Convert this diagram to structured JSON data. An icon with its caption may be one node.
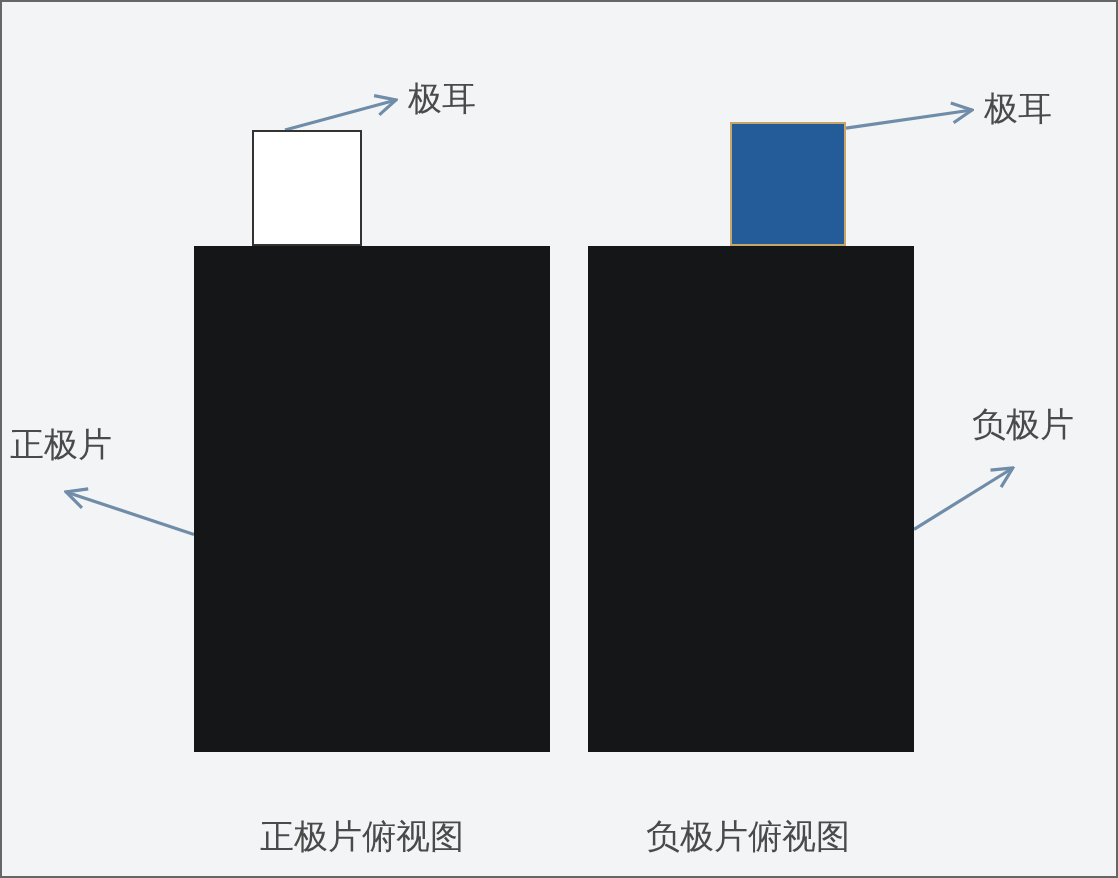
{
  "diagram": {
    "nodes": [
      {
        "text": [
          "极耳"
        ]
      },
      {
        "text": [],
        "shape": "box"
      },
      {
        "text": [],
        "shape": "box"
      },
      {
        "text": [
          "正极片"
        ]
      },
      {
        "text": [
          "极耳"
        ]
      },
      {
        "text": [],
        "shape": "box"
      },
      {
        "text": [],
        "shape": "box"
      },
      {
        "text": [
          "负极片"
        ]
      }
    ],
    "edges": [
      {
        "from": 1,
        "to": 0,
        "arrow": "to"
      },
      {
        "from": 2,
        "to": 3,
        "arrow": "to"
      },
      {
        "from": 5,
        "to": 4,
        "arrow": "to"
      },
      {
        "from": 6,
        "to": 7,
        "arrow": "to"
      }
    ],
    "labels": [
      "正极片俯视图",
      "负极片俯视图"
    ]
  }
}
